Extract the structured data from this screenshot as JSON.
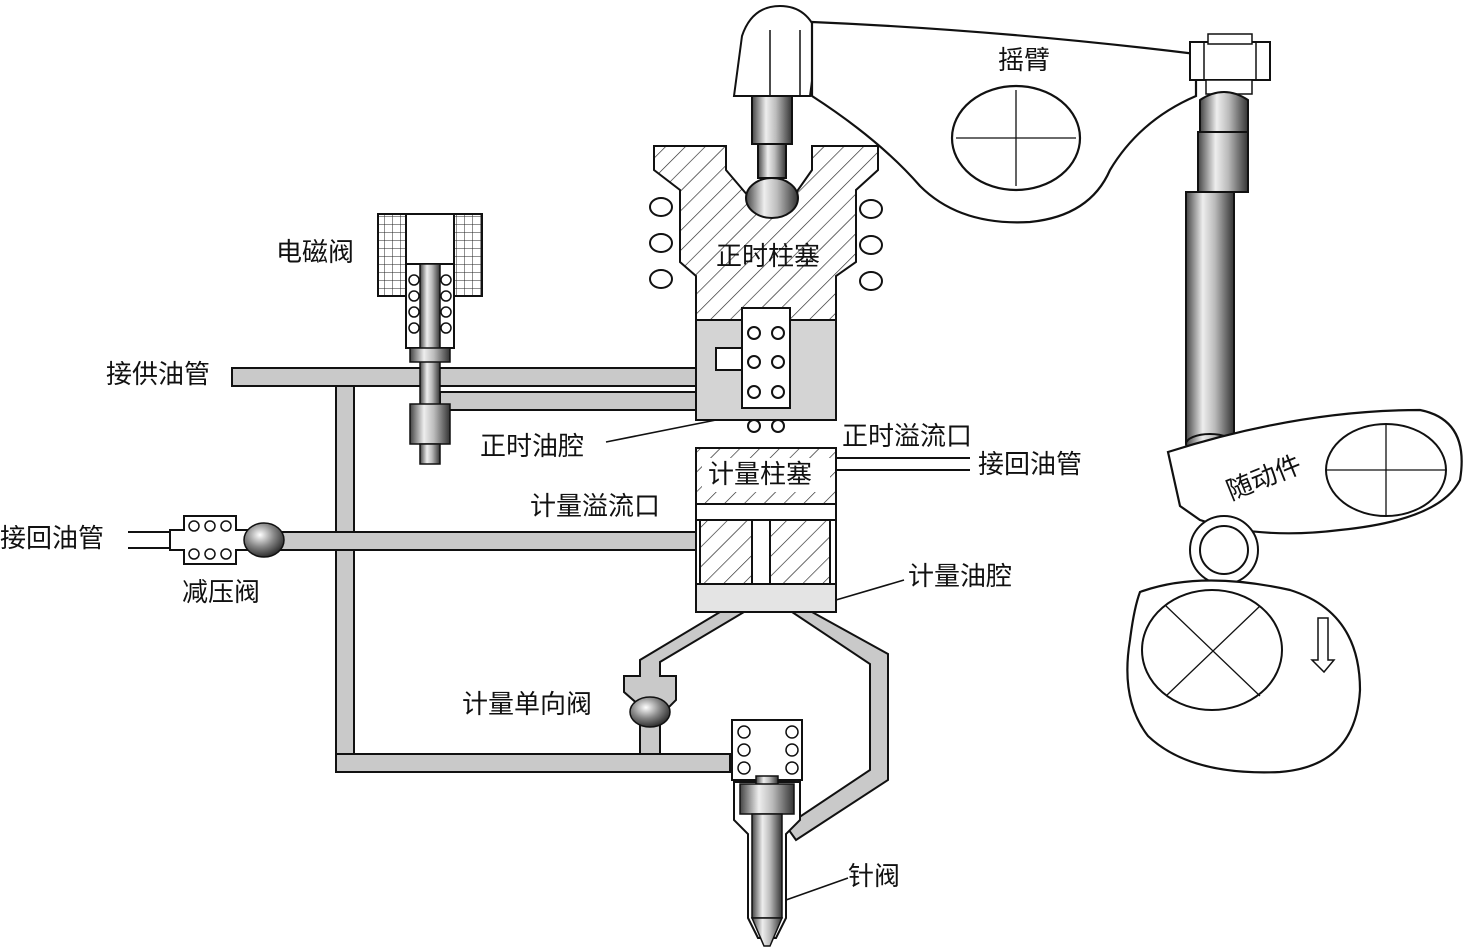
{
  "labels": {
    "rocker_arm": "摇臂",
    "solenoid_valve": "电磁阀",
    "timing_plunger": "正时柱塞",
    "supply_pipe": "接供油管",
    "timing_chamber": "正时油腔",
    "timing_spill_port": "正时溢流口",
    "return_pipe_right": "接回油管",
    "metering_plunger": "计量柱塞",
    "metering_spill_port": "计量溢流口",
    "return_pipe_left": "接回油管",
    "pressure_relief_valve": "减压阀",
    "metering_chamber": "计量油腔",
    "metering_check_valve": "计量单向阀",
    "needle_valve": "针阀",
    "follower": "随动件"
  },
  "colors": {
    "line": "#111111",
    "pipe_fill": "#c9c9c9",
    "body_fill": "#ffffff",
    "hatch": "#222222",
    "chamber_fill": "#d4d4d4",
    "metal_dark": "#555555",
    "metal_light": "#e8e8e8"
  }
}
